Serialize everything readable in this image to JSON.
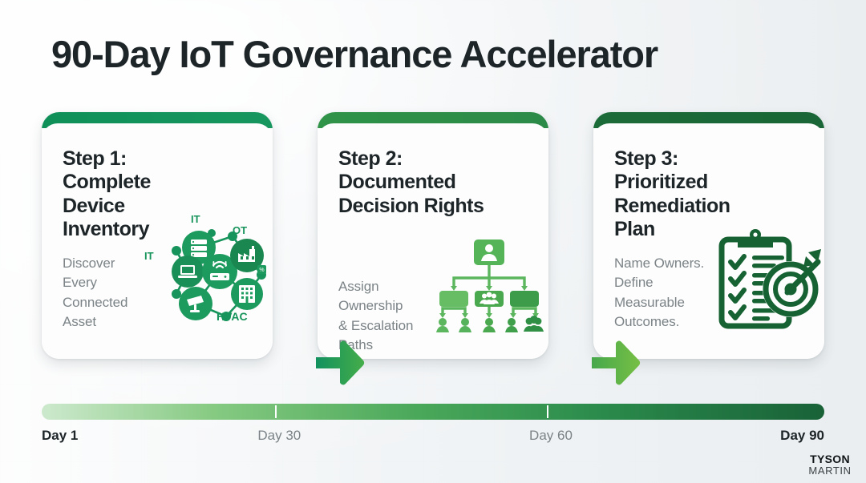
{
  "page": {
    "title": "90-Day IoT Governance Accelerator",
    "background_color": "#f2f4f5"
  },
  "cards": [
    {
      "id": "card-1",
      "title": "Step 1:\nComplete\nDevice\nInventory",
      "title_lines": [
        "Step 1:",
        "Complete",
        "Device",
        "Inventory"
      ],
      "subtitle": "Discover\nEvery\nConnected\nAsset",
      "subtitle_lines": [
        "Discover",
        "Every",
        "Connected",
        "Asset"
      ],
      "accent_color": "#14915c",
      "icon": "network-devices-icon",
      "icon_labels": [
        "IT",
        "IT",
        "OT",
        "HVAC"
      ]
    },
    {
      "id": "card-2",
      "title": "Step 2:\nDocumented\nDecision Rights",
      "title_lines": [
        "Step 2:",
        "Documented",
        "Decision Rights"
      ],
      "subtitle": "Assign\nOwnership\n& Escalation\nPaths",
      "subtitle_lines": [
        "Assign",
        "Ownership",
        "& Escalation",
        "Paths"
      ],
      "accent_color": "#2f9348",
      "icon": "org-chart-icon",
      "icon_labels": []
    },
    {
      "id": "card-3",
      "title": "Step 3:\nPrioritized\nRemediation\nPlan",
      "title_lines": [
        "Step 3:",
        "Prioritized",
        "Remediation",
        "Plan"
      ],
      "subtitle": "Name Owners.\nDefine\nMeasurable\nOutcomes.",
      "subtitle_lines": [
        "Name Owners.",
        "Define",
        "Measurable",
        "Outcomes."
      ],
      "accent_color": "#1c6b38",
      "icon": "clipboard-target-icon",
      "icon_labels": []
    }
  ],
  "arrows": [
    {
      "id": "arrow-1",
      "name": "arrow-right-icon",
      "color_start": "#169a63",
      "color_end": "#46ad4a"
    },
    {
      "id": "arrow-2",
      "name": "arrow-right-icon",
      "color_start": "#4aa94b",
      "color_end": "#74bd45"
    }
  ],
  "timeline": {
    "gradient_start": "#cde9cd",
    "gradient_end": "#196238",
    "labels": [
      {
        "text": "Day 1",
        "emphasis": "strong"
      },
      {
        "text": "Day 30",
        "emphasis": "muted"
      },
      {
        "text": "Day 60",
        "emphasis": "muted"
      },
      {
        "text": "Day 90",
        "emphasis": "strong"
      }
    ]
  },
  "logo": {
    "primary": "TYSON",
    "secondary": "MARTIN"
  }
}
